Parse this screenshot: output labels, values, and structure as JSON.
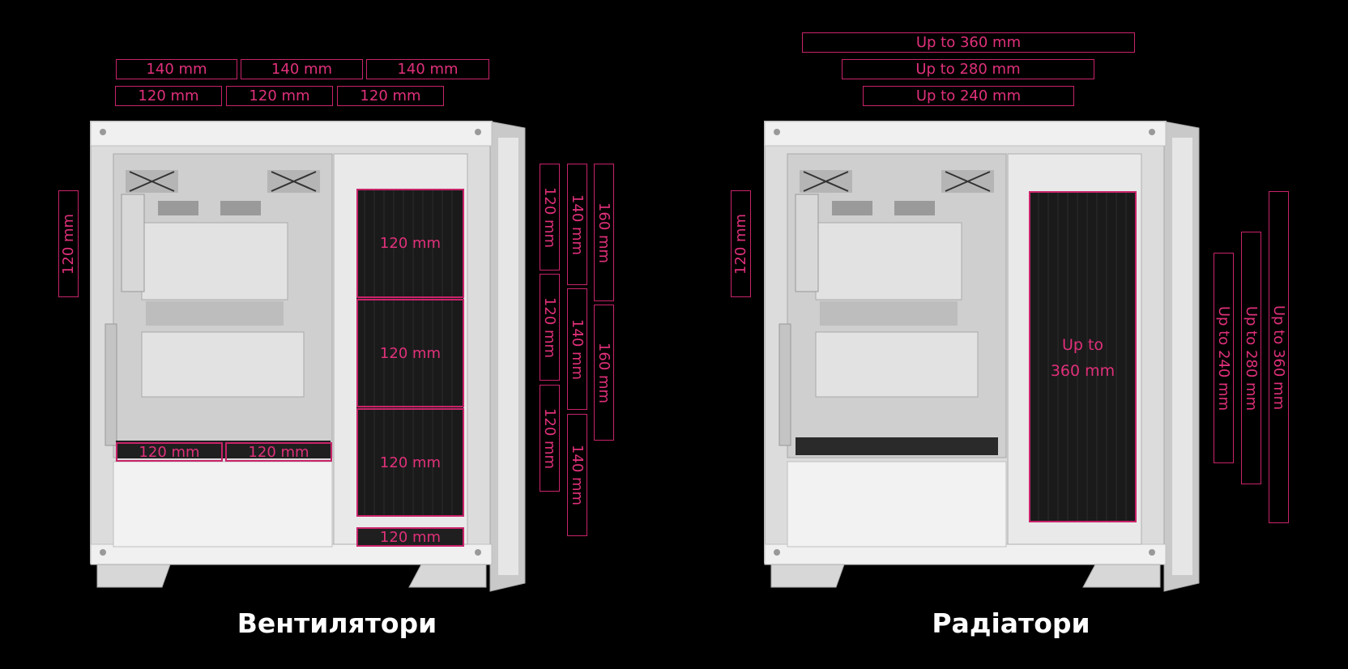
{
  "fans": {
    "caption": "Вентилятори",
    "top_140": [
      "140 mm",
      "140 mm",
      "140 mm"
    ],
    "top_120": [
      "120 mm",
      "120 mm",
      "120 mm"
    ],
    "rear_120": "120 mm",
    "front_inner": [
      "120 mm",
      "120 mm",
      "120 mm"
    ],
    "bottom_front": "120 mm",
    "bottom_shroud": [
      "120 mm",
      "120 mm"
    ],
    "side_120": [
      "120 mm",
      "120 mm",
      "120 mm"
    ],
    "side_140": [
      "140 mm",
      "140 mm",
      "140 mm"
    ],
    "side_160": [
      "160 mm",
      "160 mm"
    ]
  },
  "radiators": {
    "caption": "Радіатори",
    "top": [
      "Up to 360 mm",
      "Up to 280 mm",
      "Up to 240 mm"
    ],
    "rear_120": "120 mm",
    "front_inner_line1": "Up to",
    "front_inner_line2": "360 mm",
    "side": [
      "Up to 240 mm",
      "Up to 280 mm",
      "Up to 360 mm"
    ]
  },
  "colors": {
    "accent": "#c8236a",
    "background": "#000000",
    "case": "#e8e8e8",
    "caption_text": "#ffffff"
  }
}
